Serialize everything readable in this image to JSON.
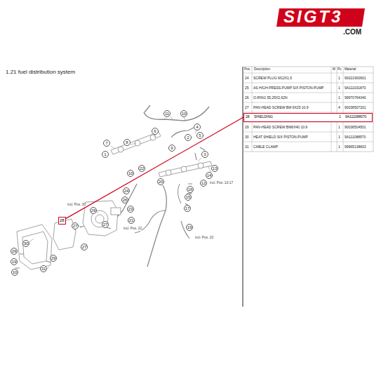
{
  "diagram": {
    "title": "1.21 fuel distribution system",
    "nodes": [
      {
        "text": [
          "28",
          "SHIELDING",
          "1",
          "9A111088070"
        ]
      },
      {
        "text": [
          "28"
        ]
      }
    ],
    "edges": [
      {
        "from": 0,
        "to": 1,
        "arrow": "none"
      }
    ],
    "labels": [
      "SIGT3",
      ".COM",
      "Pos.",
      "Description",
      "M",
      "Pc.",
      "Material",
      "24",
      "SCREW PLUG M12X1,5",
      "1",
      "90021900601",
      "25",
      "AS HIGH-PRESS.PUMP SIX PISTON-PUMP",
      "1",
      "9A111031870",
      "26",
      "O-RING 55,25X2,62N",
      "1",
      "99970764340",
      "27",
      "PAN-HEAD SCREW BM 6X25 10.9",
      "4",
      "90038507201",
      "29",
      "PAN-HEAD SCREW BM6X40 10.9",
      "1",
      "90038504501",
      "30",
      "HEAT SHIELD SIX PISTON-PUMP",
      "1",
      "9A111088570",
      "31",
      "CABLE CLAMP",
      "1",
      "99965138603",
      "11",
      "10",
      "7",
      "8",
      "6",
      "4",
      "5",
      "2",
      "9",
      "3",
      "1",
      "13",
      "14",
      "12",
      "10",
      "22",
      "20",
      "24",
      "26",
      "23",
      "16",
      "15",
      "17",
      "21",
      "19",
      "29",
      "27",
      "27",
      "27",
      "30",
      "29",
      "29",
      "19",
      "31",
      "10",
      "incl. Pos. 13-17",
      "incl. Pos. 22",
      "incl. Pos. 20",
      "incl. Pos. 30"
    ]
  }
}
